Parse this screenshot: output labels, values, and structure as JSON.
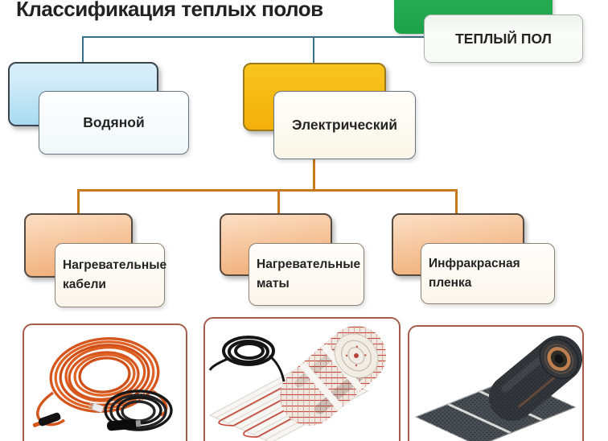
{
  "title": "Классификация теплых полов",
  "tree": {
    "root": {
      "label": "ТЕПЛЫЙ ПОЛ"
    },
    "level1": [
      {
        "label": "Водяной"
      },
      {
        "label": "Электрический"
      }
    ],
    "level2": [
      {
        "label": "Нагревательные кабели"
      },
      {
        "label": "Нагревательные маты"
      },
      {
        "label": "Инфракрасная пленка"
      }
    ]
  },
  "photos": [
    {
      "name": "heating-cable-photo"
    },
    {
      "name": "heating-mat-photo"
    },
    {
      "name": "infrared-film-photo"
    }
  ],
  "colors": {
    "root_green": "#1fa84e",
    "water_blue": "#a8daf1",
    "electric_yellow": "#f5b60f",
    "child_peach": "#f2b887",
    "connector_teal": "#3a7089",
    "connector_orange": "#c8791d",
    "photo_frame_border": "#a65c4d"
  }
}
